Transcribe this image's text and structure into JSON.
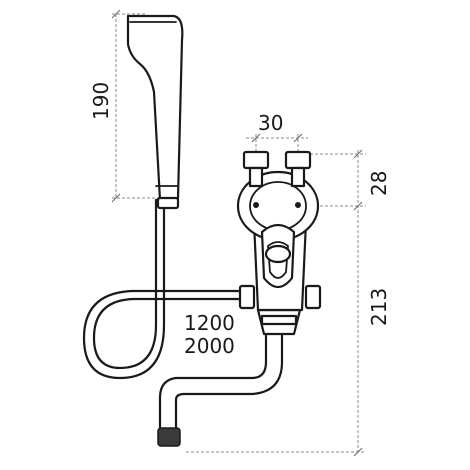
{
  "dimensions": {
    "shower_head_height": "190",
    "valve_spacing": "30",
    "valve_height": "28",
    "overall_height": "213",
    "hose_length_short": "1200",
    "hose_length_long": "2000"
  }
}
